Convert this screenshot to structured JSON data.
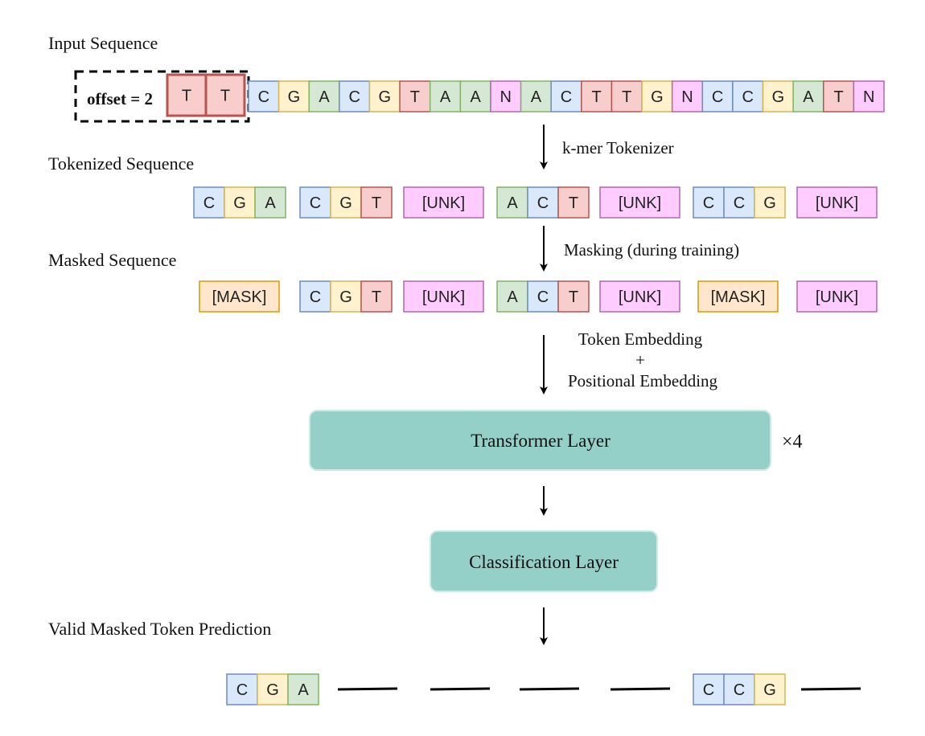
{
  "colors": {
    "C": {
      "fill": "#dae8fc",
      "stroke": "#6c8ebf"
    },
    "G": {
      "fill": "#fff2cc",
      "stroke": "#d6b656"
    },
    "A": {
      "fill": "#d5e8d4",
      "stroke": "#82b366"
    },
    "T": {
      "fill": "#f8cecc",
      "stroke": "#b85450"
    },
    "N": {
      "fill": "#ffccff",
      "stroke": "#b266b2"
    },
    "UNK": {
      "fill": "#ffccff",
      "stroke": "#b266b2"
    },
    "MASK": {
      "fill": "#ffe6cc",
      "stroke": "#d79b00"
    },
    "layer": "#95d0c8"
  },
  "labels": {
    "input_sequence": "Input Sequence",
    "tokenized_sequence": "Tokenized Sequence",
    "masked_sequence": "Masked Sequence",
    "valid_prediction": "Valid Masked Token Prediction",
    "offset": "offset = 2",
    "kmer_tokenizer": "k-mer Tokenizer",
    "masking": "Masking (during training)",
    "token_embedding": "Token Embedding",
    "plus": "+",
    "positional_embedding": "Positional Embedding",
    "transformer_layer": "Transformer Layer",
    "times": "×4",
    "classification_layer": "Classification Layer"
  },
  "input": {
    "offset_bases": [
      "T",
      "T"
    ],
    "bases": [
      "C",
      "G",
      "A",
      "C",
      "G",
      "T",
      "A",
      "A",
      "N",
      "A",
      "C",
      "T",
      "T",
      "G",
      "N",
      "C",
      "C",
      "G",
      "A",
      "T",
      "N"
    ]
  },
  "tokenized": [
    {
      "type": "kmer",
      "bases": [
        "C",
        "G",
        "A"
      ]
    },
    {
      "type": "kmer",
      "bases": [
        "C",
        "G",
        "T"
      ]
    },
    {
      "type": "special",
      "label": "[UNK]",
      "kind": "UNK"
    },
    {
      "type": "kmer",
      "bases": [
        "A",
        "C",
        "T"
      ]
    },
    {
      "type": "special",
      "label": "[UNK]",
      "kind": "UNK"
    },
    {
      "type": "kmer",
      "bases": [
        "C",
        "C",
        "G"
      ]
    },
    {
      "type": "special",
      "label": "[UNK]",
      "kind": "UNK"
    }
  ],
  "masked": [
    {
      "type": "special",
      "label": "[MASK]",
      "kind": "MASK"
    },
    {
      "type": "kmer",
      "bases": [
        "C",
        "G",
        "T"
      ]
    },
    {
      "type": "special",
      "label": "[UNK]",
      "kind": "UNK"
    },
    {
      "type": "kmer",
      "bases": [
        "A",
        "C",
        "T"
      ]
    },
    {
      "type": "special",
      "label": "[UNK]",
      "kind": "UNK"
    },
    {
      "type": "special",
      "label": "[MASK]",
      "kind": "MASK"
    },
    {
      "type": "special",
      "label": "[UNK]",
      "kind": "UNK"
    }
  ],
  "prediction": [
    {
      "type": "kmer",
      "bases": [
        "C",
        "G",
        "A"
      ]
    },
    {
      "type": "blank"
    },
    {
      "type": "blank"
    },
    {
      "type": "blank"
    },
    {
      "type": "blank"
    },
    {
      "type": "kmer",
      "bases": [
        "C",
        "C",
        "G"
      ]
    },
    {
      "type": "blank"
    }
  ]
}
